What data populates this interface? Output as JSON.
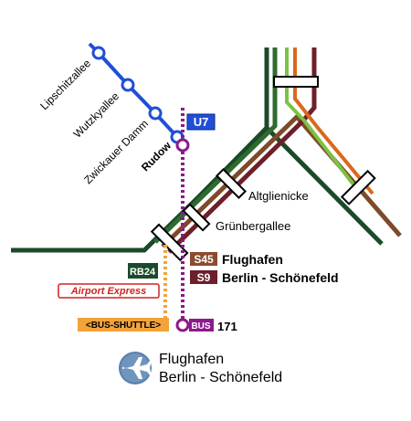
{
  "map": {
    "u7_stations": [
      "Lipschitzallee",
      "Wutzkyallee",
      "Zwickauer Damm",
      "Rudow"
    ],
    "u7_badge": "U7",
    "stations": {
      "altglienicke": "Altglienicke",
      "gruenbergallee": "Grünbergallee"
    },
    "airport_station": {
      "s45_badge": "S45",
      "s9_badge": "S9",
      "name_line1": "Flughafen",
      "name_line2": "Berlin - Schönefeld"
    },
    "rb24_badge": "RB24",
    "airport_express_badge": "Airport Express",
    "bus_shuttle_badge": "<BUS-SHUTTLE>",
    "bus_badge": "BUS",
    "bus_number": "171",
    "airport": {
      "icon": "airplane-icon",
      "line1": "Flughafen",
      "line2": "Berlin - Schönefeld"
    }
  },
  "colors": {
    "u7": "#1f4fd6",
    "dark_green": "#1b4a2a",
    "olive_green": "#2f6b2e",
    "light_green": "#7cc242",
    "orange": "#d9691e",
    "brown": "#7d4a2a",
    "s9_maroon": "#6d1f2a",
    "s45_brown": "#8a4b2f",
    "purple": "#8b1a8b",
    "shuttle_orange": "#f2a33a",
    "airport_express_red": "#d32020"
  }
}
